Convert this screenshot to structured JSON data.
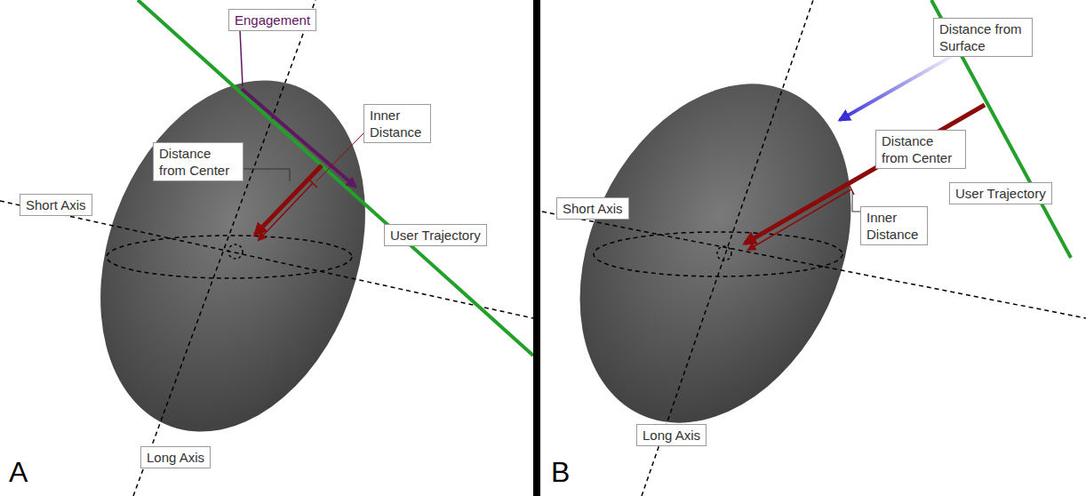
{
  "diagram": {
    "nodes": [
      {
        "text": [
          "Engagement"
        ]
      },
      {
        "text": [
          "Inner Distance"
        ]
      },
      {
        "text": [
          "Distance from Center"
        ]
      },
      {
        "text": [
          "Short Axis"
        ]
      },
      {
        "text": [
          "User Trajectory"
        ]
      },
      {
        "text": [
          "Long Axis"
        ]
      },
      {
        "text": [
          "Distance from Surface"
        ]
      },
      {
        "text": [
          "Distance from Center"
        ]
      },
      {
        "text": [
          "Short Axis"
        ]
      },
      {
        "text": [
          "User Trajectory"
        ]
      },
      {
        "text": [
          "Inner Distance"
        ]
      },
      {
        "text": [
          "Long Axis"
        ]
      }
    ],
    "labels": [
      "A",
      "B"
    ]
  }
}
